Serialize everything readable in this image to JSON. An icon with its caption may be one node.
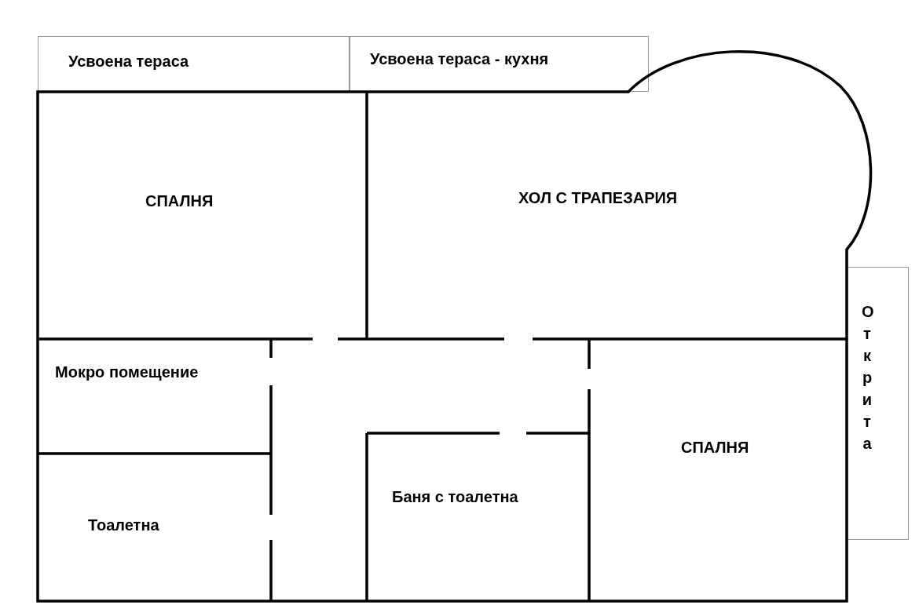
{
  "diagram": {
    "nodes": [
      {
        "text": [
          "Усвоена тераса"
        ]
      },
      {
        "text": [
          "Усвоена тераса - кухня"
        ]
      },
      {
        "text": [
          "СПАЛНЯ"
        ]
      },
      {
        "text": [
          "ХОЛ С ТРАПЕЗАРИЯ"
        ]
      },
      {
        "text": [
          "Мокро помещение"
        ]
      },
      {
        "text": [
          "Тоалетна"
        ]
      },
      {
        "text": [
          "Баня с тоалетна"
        ]
      },
      {
        "text": [
          "СПАЛНЯ"
        ]
      },
      {
        "text": [
          "Открита"
        ]
      }
    ]
  }
}
